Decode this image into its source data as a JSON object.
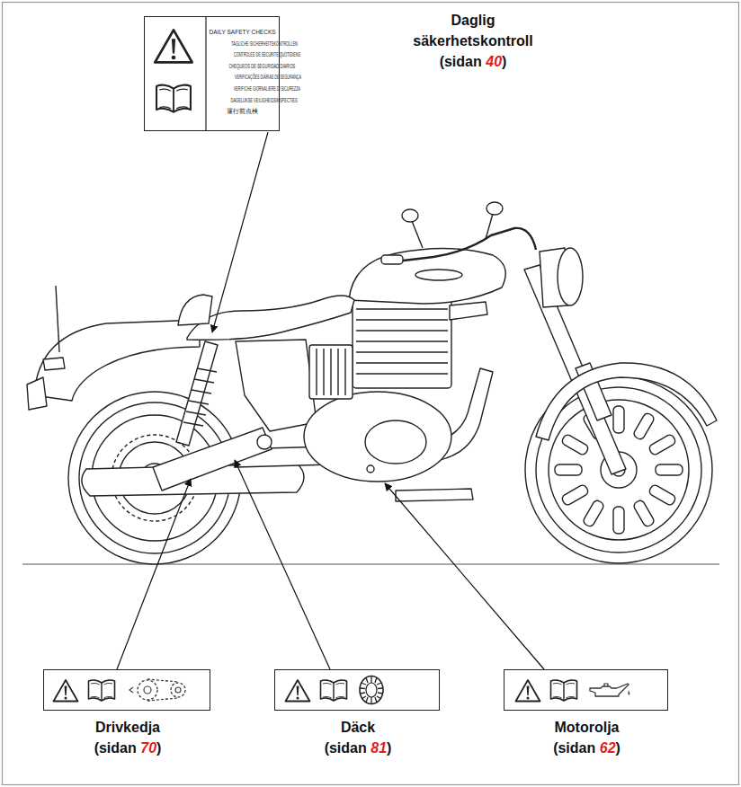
{
  "diagram": {
    "nodes": [
      {
        "text": [
          "DAILY SAFETY CHECKS",
          "TÄGLICHE SICHERHEITSKONTROLLEN",
          "CONTROLES DE SECURITE QUOTIDIENS",
          "CHEQUEOS DE SEGURIDAD DIARIOS",
          "VERIFICAÇÕES DIÁRIAS DE SEGURANÇA",
          "VERIFICHE GIORNALIERE DI SICUREZZA",
          "DAGELIJKSE VEILIGHEIDSINSPECTIES",
          "運行前点検",
          "Daglig säkerhetskontroll",
          "(sidan",
          "40",
          ")"
        ]
      },
      {
        "text": [
          "Drivkedja",
          "(sidan",
          "70",
          ")"
        ]
      },
      {
        "text": [
          "Däck",
          "(sidan",
          "81",
          ")"
        ]
      },
      {
        "text": [
          "Motorolja",
          "(sidan",
          "62",
          ")"
        ]
      }
    ]
  }
}
